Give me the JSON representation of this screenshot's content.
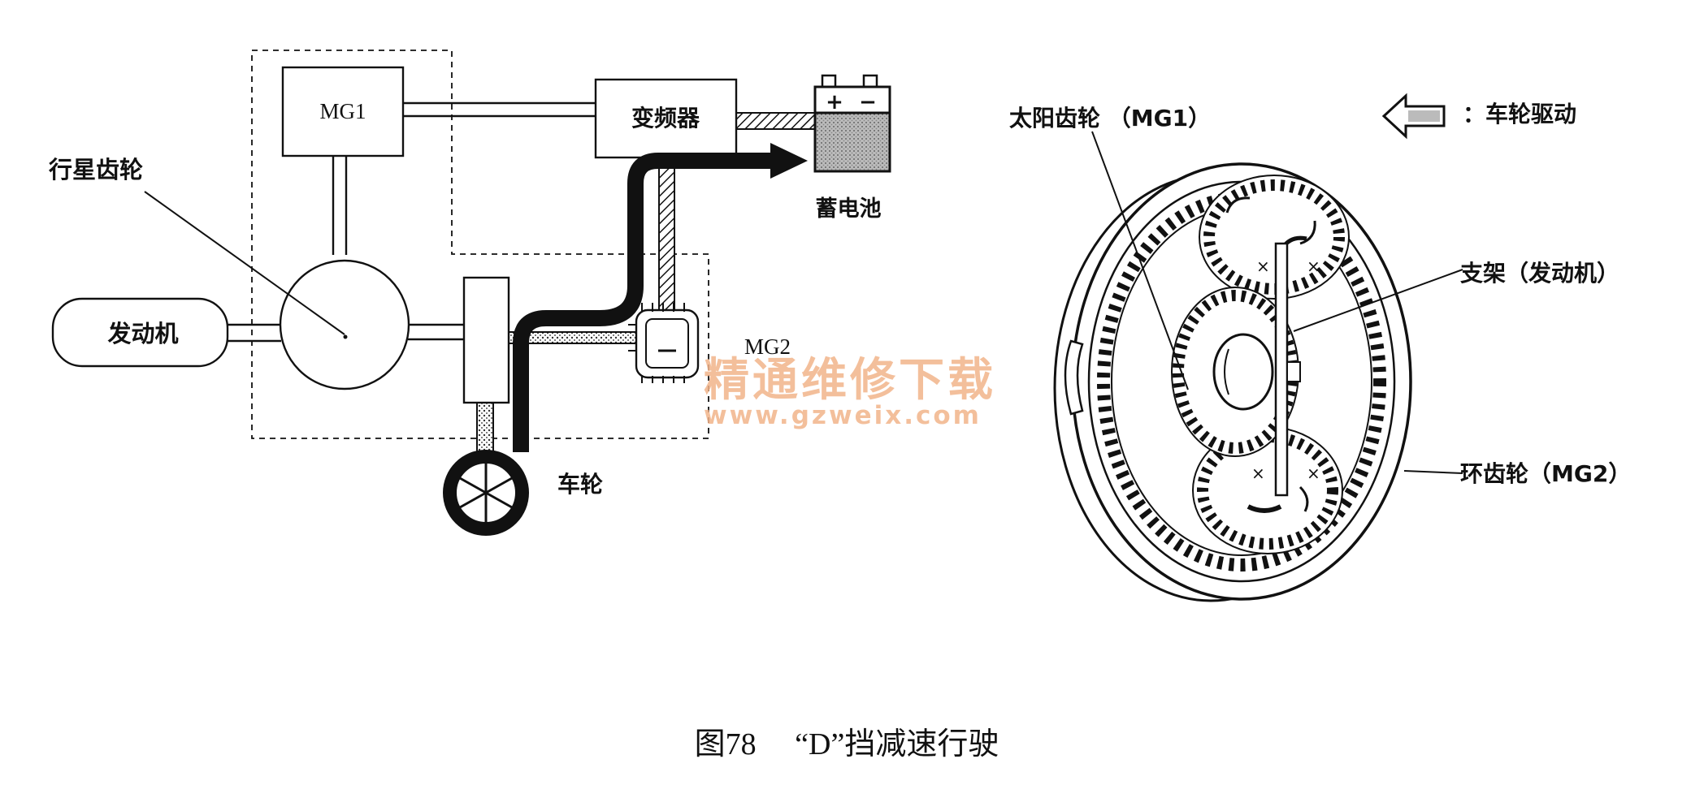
{
  "labels": {
    "mg1": "MG1",
    "inverter": "变频器",
    "planetary_gear": "行星齿轮",
    "engine": "发动机",
    "battery": "蓄电池",
    "mg2": "MG2",
    "wheel": "车轮",
    "battery_plus": "+",
    "battery_minus": "−"
  },
  "gear_labels": {
    "sun_gear": "太阳齿轮 （MG1）",
    "carrier": "支架（发动机）",
    "ring_gear": "环齿轮（MG2）",
    "legend": "：车轮驱动"
  },
  "watermark": {
    "line1": "精通维修下载",
    "line2": "www.gzweix.com"
  },
  "caption": "图78　 “D”挡减速行驶"
}
